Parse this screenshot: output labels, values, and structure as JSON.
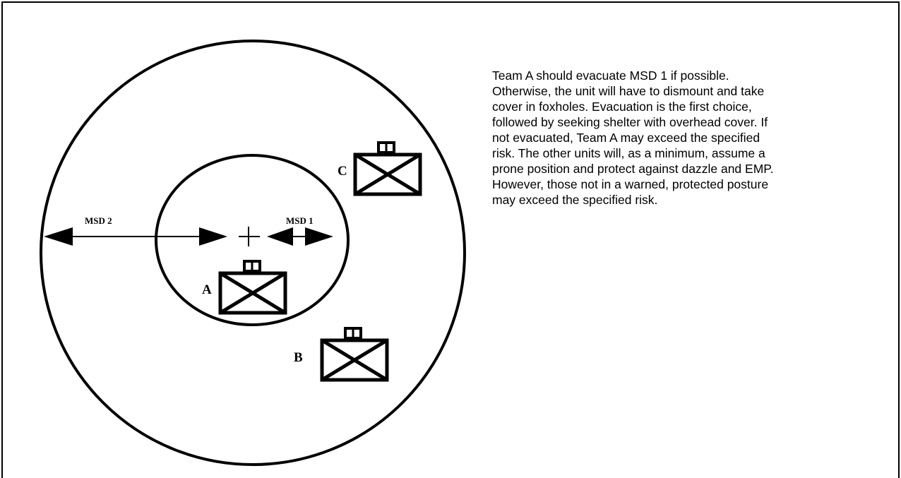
{
  "diagram": {
    "msd2_label": "MSD 2",
    "msd1_label": "MSD 1",
    "unit_a_label": "A",
    "unit_b_label": "B",
    "unit_c_label": "C",
    "unit_icon": "armor-unit-symbol",
    "center_marker_icon": "ground-zero-plus-icon",
    "stroke_color": "#000000"
  },
  "description": {
    "lines": [
      "Team A should evacuate MSD 1 if possible.",
      "Otherwise, the unit will have to dismount and take",
      "cover in foxholes.  Evacuation is the first choice,",
      "followed by seeking shelter with overhead cover.  If",
      "not evacuated, Team A may exceed the specified",
      "risk.  The other units will, as a minimum, assume a",
      "prone position and protect against dazzle and EMP.",
      "However, those not in a warned, protected posture",
      "may exceed the specified risk."
    ]
  }
}
